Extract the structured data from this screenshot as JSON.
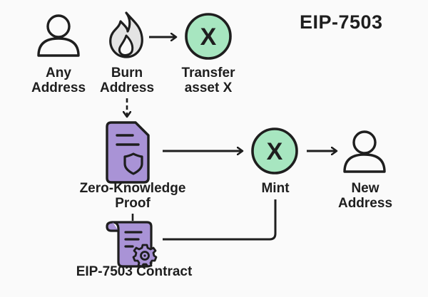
{
  "title": "EIP-7503",
  "colors": {
    "stroke": "#1e1e1e",
    "green_fill": "#a7e6c0",
    "purple_fill": "#a993d6",
    "flame_fill": "#e4e4e4",
    "background": "#fafafa"
  },
  "nodes": {
    "any_address": {
      "icon": "person-icon",
      "line1": "Any",
      "line2": "Address"
    },
    "burn_address": {
      "icon": "flame-icon",
      "line1": "Burn",
      "line2": "Address"
    },
    "transfer": {
      "icon": "asset-x-icon",
      "glyph": "X",
      "line1": "Transfer",
      "line2": "asset X"
    },
    "zk_proof": {
      "icon": "shield-document-icon",
      "line1": "Zero-Knowledge",
      "line2": "Proof"
    },
    "mint": {
      "icon": "asset-x-icon",
      "glyph": "X",
      "line1": "Mint"
    },
    "new_address": {
      "icon": "person-icon",
      "line1": "New",
      "line2": "Address"
    },
    "contract": {
      "icon": "contract-scroll-gear-icon",
      "line1": "EIP-7503 Contract"
    }
  },
  "edges": [
    {
      "from": "burn_address",
      "to": "transfer",
      "style": "solid-arrow"
    },
    {
      "from": "burn_address",
      "to": "zk_proof",
      "style": "dashed-arrow"
    },
    {
      "from": "zk_proof",
      "to": "mint",
      "style": "solid-arrow"
    },
    {
      "from": "mint",
      "to": "new_address",
      "style": "solid-arrow"
    },
    {
      "from": "zk_proof",
      "to": "contract",
      "style": "line"
    },
    {
      "from": "contract",
      "to": "mint",
      "style": "elbow-line"
    }
  ]
}
